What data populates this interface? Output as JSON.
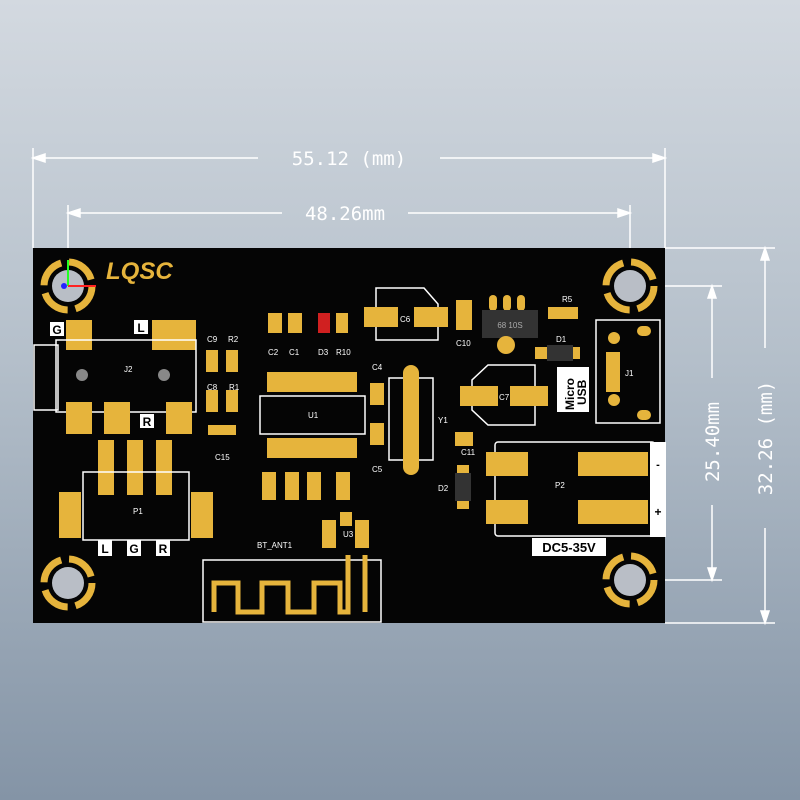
{
  "dimensions": {
    "board_width": "55.12 (mm)",
    "hole_spacing_x": "48.26mm",
    "hole_spacing_y": "25.40mm",
    "board_height": "32.26 (mm)"
  },
  "board": {
    "logo": "LQSC",
    "colors": {
      "soldermask": "#050505",
      "pad": "#e6b43c",
      "silkscreen": "#ffffff",
      "hole": "#b9bec6"
    },
    "labels": {
      "j2": "J2",
      "g_top": "G",
      "l_top": "L",
      "r_mid": "R",
      "c9": "C9",
      "r2": "R2",
      "c8": "C8",
      "r1": "R1",
      "c15": "C15",
      "c2": "C2",
      "c1": "C1",
      "d3": "D3",
      "r10": "R10",
      "u1": "U1",
      "c4": "C4",
      "c5": "C5",
      "y1": "Y1",
      "c6": "C6",
      "c10": "C10",
      "regulator": "68 10S",
      "r5": "R5",
      "d1": "D1",
      "c7": "C7",
      "micro": "Micro",
      "usb": "USB",
      "j1": "J1",
      "c11": "C11",
      "d2": "D2",
      "p2": "P2",
      "minus": "-",
      "plus": "+",
      "voltage": "DC5-35V",
      "p1": "P1",
      "l_bot": "L",
      "g_bot": "G",
      "r_bot": "R",
      "bt_ant": "BT_ANT1",
      "u3": "U3"
    }
  }
}
